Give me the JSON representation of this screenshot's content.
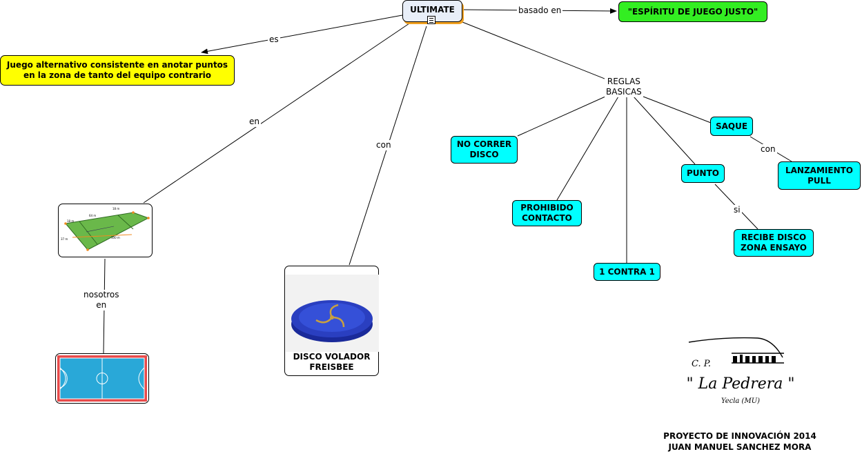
{
  "concept_map": {
    "root": {
      "label": "ULTIMATE",
      "doc_icon": "document-icon"
    },
    "definition": "Juego alternativo consistente en anotar puntos\nen la zona de tanto del equipo contrario",
    "fair_play": "\"ESPÍRITU DE JUEGO JUSTO\"",
    "rules_header": "REGLAS\nBASICAS",
    "rules": {
      "no_run": "NO CORRER\nDISCO",
      "no_contact": "PROHIBIDO\nCONTACTO",
      "one_vs_one": "1 CONTRA 1",
      "point": "PUNTO",
      "serve": "SAQUE",
      "pull": "LANZAMIENTO\nPULL",
      "catch_zone": "RECIBE DISCO\nZONA ENSAYO"
    },
    "disc_caption": "DISCO VOLADOR\nFREISBEE",
    "links": {
      "es": "es",
      "basado_en": "basado en",
      "en": "en",
      "con": "con",
      "nosotros_en": "nosotros\nen",
      "con_pull": "con",
      "si": "si"
    },
    "field_image": {
      "labels": [
        "18 m",
        "64 m",
        "18 m",
        "37 m",
        "100 m"
      ],
      "icon": "ultimate-field-icon"
    },
    "court_image": {
      "icon": "futsal-court-icon"
    },
    "disc_image": {
      "icon": "frisbee-icon"
    }
  },
  "logo": {
    "line1": "C. P.",
    "name": "\" La Pedrera \"",
    "place": "Yecla (MU)"
  },
  "footer": {
    "line1": "PROYECTO DE INNOVACIÓN 2014",
    "line2": "JUAN MANUEL SANCHEZ MORA"
  },
  "colors": {
    "rule_nodes": "#00ffff",
    "definition": "#ffff00",
    "fair_play": "#33ee22",
    "root": "#e8eef8",
    "root_shadow": "#f0a020"
  }
}
